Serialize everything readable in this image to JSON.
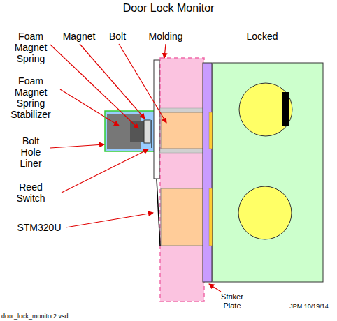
{
  "diagram": {
    "title": "Door Lock Monitor",
    "labels": [
      "Foam Magnet Spring",
      "Magnet",
      "Bolt",
      "Molding",
      "Locked",
      "Foam Magnet Spring Stabilizer",
      "Bolt Hole Liner",
      "Reed Switch",
      "STM320U",
      "Striker Plate",
      "JPM 10/19/14",
      "door_lock_monitor2.vsd"
    ]
  }
}
